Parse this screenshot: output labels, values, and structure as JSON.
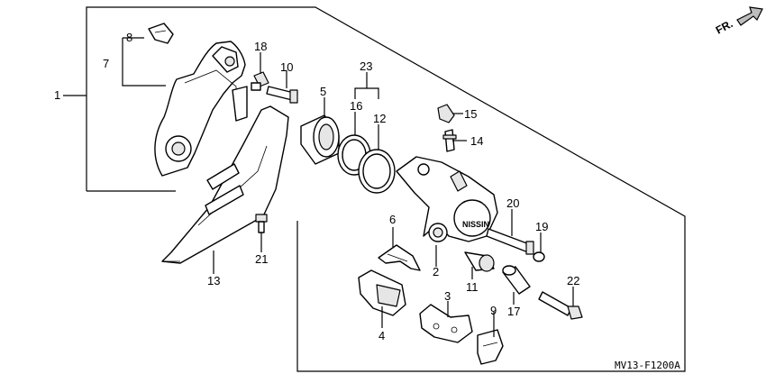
{
  "diagram": {
    "code": "MV13-F1200A",
    "direction_label": "FR.",
    "brand_mark": "NISSIN",
    "callouts": [
      {
        "id": "c1",
        "text": "1"
      },
      {
        "id": "c2",
        "text": "2"
      },
      {
        "id": "c3",
        "text": "3"
      },
      {
        "id": "c4",
        "text": "4"
      },
      {
        "id": "c5",
        "text": "5"
      },
      {
        "id": "c6",
        "text": "6"
      },
      {
        "id": "c7",
        "text": "7"
      },
      {
        "id": "c8",
        "text": "8"
      },
      {
        "id": "c9",
        "text": "9"
      },
      {
        "id": "c10",
        "text": "10"
      },
      {
        "id": "c11",
        "text": "11"
      },
      {
        "id": "c12",
        "text": "12"
      },
      {
        "id": "c13",
        "text": "13"
      },
      {
        "id": "c14",
        "text": "14"
      },
      {
        "id": "c15",
        "text": "15"
      },
      {
        "id": "c16",
        "text": "16"
      },
      {
        "id": "c17",
        "text": "17"
      },
      {
        "id": "c18",
        "text": "18"
      },
      {
        "id": "c19",
        "text": "19"
      },
      {
        "id": "c20",
        "text": "20"
      },
      {
        "id": "c21",
        "text": "21"
      },
      {
        "id": "c22",
        "text": "22"
      },
      {
        "id": "c23",
        "text": "23"
      }
    ]
  }
}
